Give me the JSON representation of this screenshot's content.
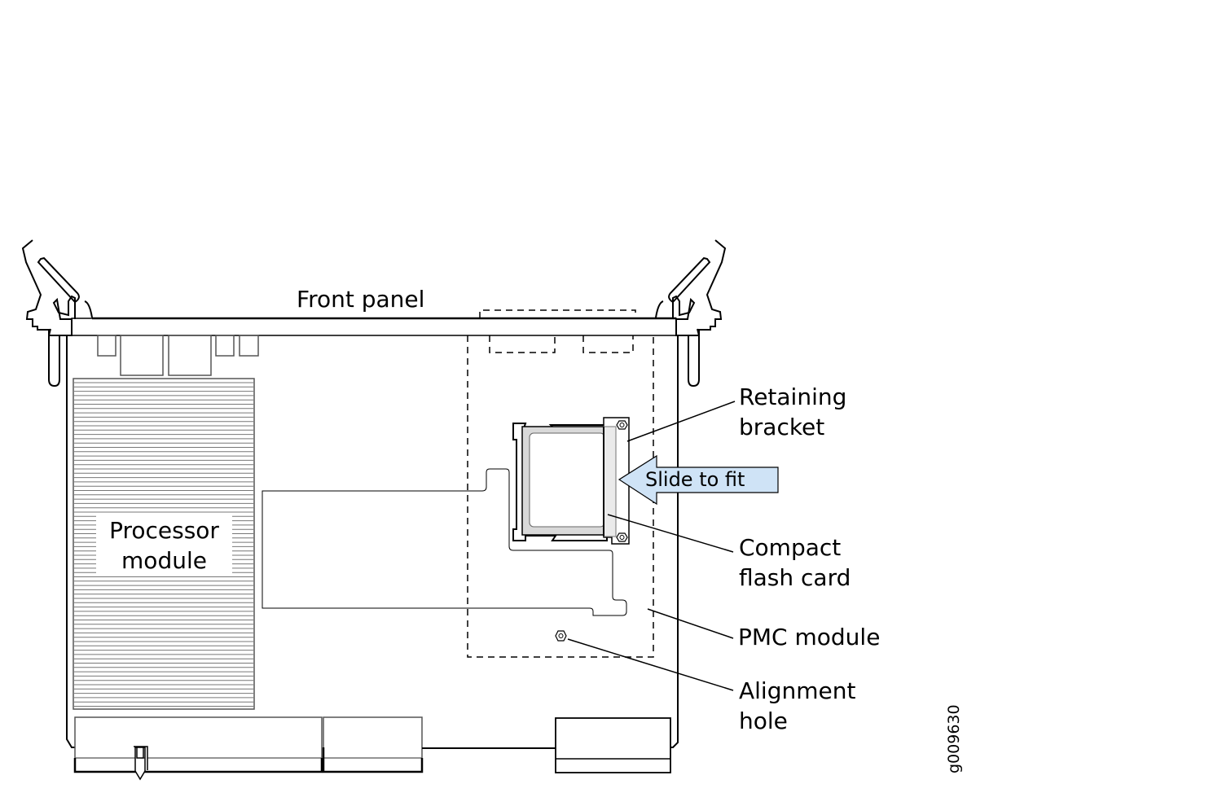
{
  "labels": {
    "front_panel": "Front panel",
    "processor_module": [
      "Processor",
      "module"
    ],
    "retaining_bracket": [
      "Retaining",
      "bracket"
    ],
    "slide_to_fit": "Slide to fit",
    "compact_flash_card": [
      "Compact",
      "flash card"
    ],
    "pmc_module": "PMC module",
    "alignment_hole": [
      "Alignment",
      "hole"
    ]
  },
  "figure_id": "g009630",
  "colors": {
    "arrow_fill": "#cfe3f6",
    "card_gray": "#d9d9d9"
  }
}
